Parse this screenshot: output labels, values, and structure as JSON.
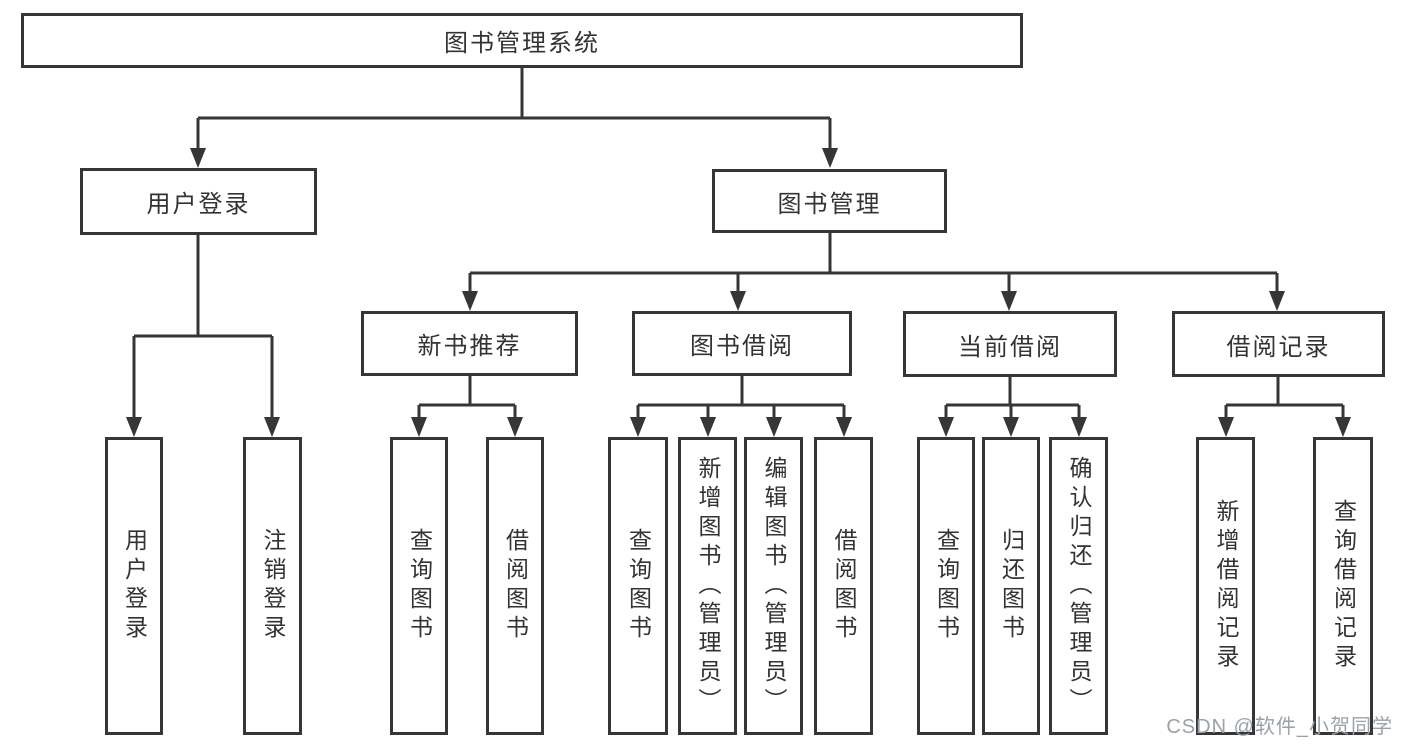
{
  "diagram": {
    "title": "图书管理系统",
    "level2": {
      "user_login": "用户登录",
      "book_mgmt": "图书管理"
    },
    "level3": {
      "new_book_rec": "新书推荐",
      "book_borrow": "图书借阅",
      "current_borrow": "当前借阅",
      "borrow_record": "借阅记录"
    },
    "leaves": {
      "ul_login": "用户登录",
      "ul_logout": "注销登录",
      "nb_query": "查询图书",
      "nb_borrow": "借阅图书",
      "bb_query": "查询图书",
      "bb_add": "新增图书（管理员）",
      "bb_edit": "编辑图书（管理员）",
      "bb_borrow": "借阅图书",
      "cb_query": "查询图书",
      "cb_return": "归还图书",
      "cb_confirm": "确认归还（管理员）",
      "br_add": "新增借阅记录",
      "br_query": "查询借阅记录"
    }
  },
  "watermark": "CSDN @软件_小贺同学",
  "colors": {
    "line": "#363636",
    "text": "#333333",
    "watermark": "#9ba1a6",
    "background": "#ffffff"
  }
}
